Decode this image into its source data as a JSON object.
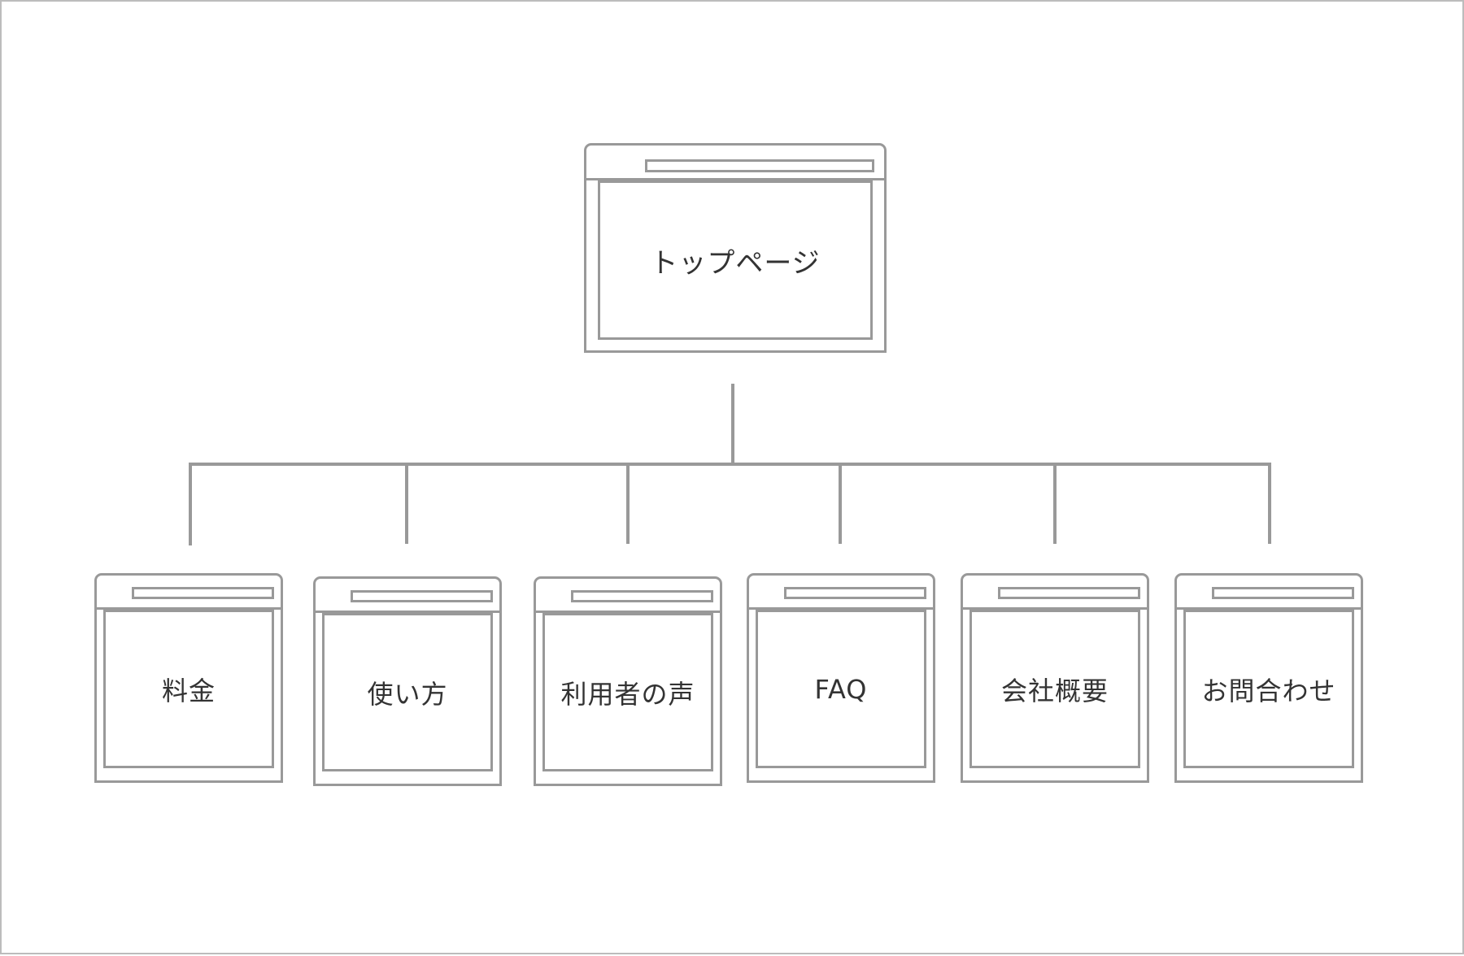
{
  "colors": {
    "line": "#999999",
    "frame": "#bcbcbc",
    "text": "#333333",
    "background": "#ffffff"
  },
  "top_page": {
    "label": "トップページ"
  },
  "child_pages": [
    {
      "label": "料金"
    },
    {
      "label": "使い方"
    },
    {
      "label": "利用者の声"
    },
    {
      "label": "FAQ"
    },
    {
      "label": "会社概要"
    },
    {
      "label": "お問合わせ"
    }
  ]
}
